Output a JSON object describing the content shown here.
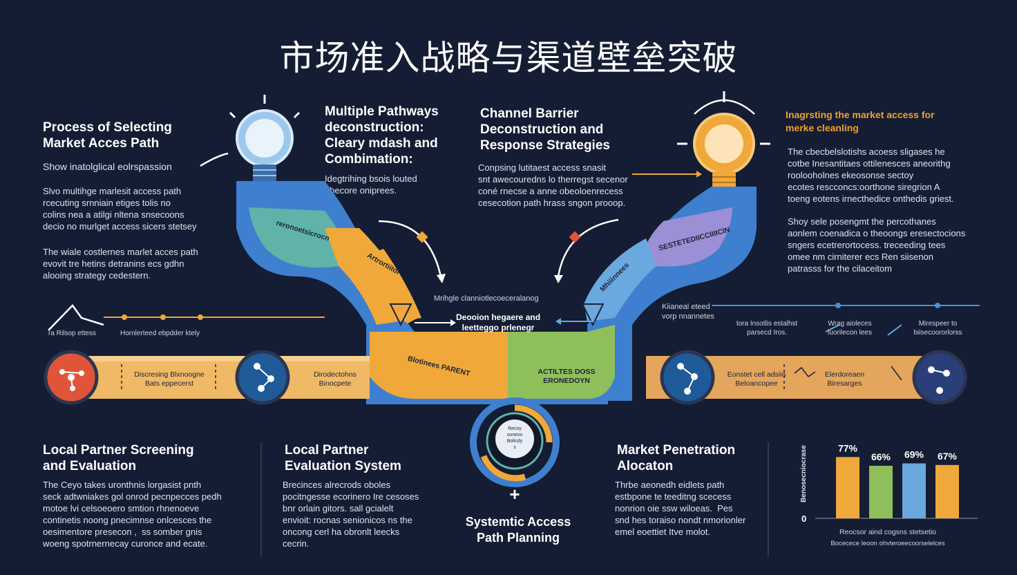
{
  "title": "市场准入战略与渠道壁垒突破",
  "top_left": {
    "heading": "Process of Selecting\nMarket Acces Path",
    "subheading": "Show inatolglical eolrspassion",
    "para1": "Slvo multihge marlesit access path\nrcecuting srnniain etiges tolis no\ncolins nea a atilgi nltena snsecoons\ndecio no murlget access sicers stetsey",
    "para2": "The wiale costlernes marlet acces path\nevovit tre hetins detranins ecs gdhn\nalooing strategy cedestern."
  },
  "top_mid1": {
    "heading": "Multiple Pathways\ndeconstruction:\nCleary mdash and\nCombimation:",
    "para": "Idegtrihing bsois louted\nobecore oniprees."
  },
  "top_mid2": {
    "heading": "Channel Barrier\nDeconstruction and\nResponse Strategies",
    "para": "Conpsing lutitaest access snasit\nsnt awecouredns lo therregst secenor\nconé rnecse a anne obeoloenrecess\ncesecotion path hrass sngon prooop."
  },
  "top_right": {
    "heading": "Inagrsting the market access for\nmerke cleanling",
    "para1": "The cbecbelslotishs acoess sligases he\ncotbe Inesantitaes ottilenesces aneorithg\nroolooholnes ekeosonse sectoy\necotes rescconcs:oorthone siregrion A\ntoeng eotens irnecthedice onthedis griest.",
    "para2": "Shoy sele posengmt the percothanes\naonlem coenadica o theoongs eresectocions\nsngers ecetrerortocess. treceeding tees\nomee nm cirniterer ecs Ren siisenon\npatrasss for the cilaceitom"
  },
  "flow_labels": {
    "left_teal": "reronoetsicrocn",
    "left_orange": "Artrortiitor",
    "center_left": "Deooion hegaere and\nleetteggo prlenegr",
    "center_top": "Mrihgle clanniotlecoeceralanog",
    "orange_bottom": "Blotinees PARENT",
    "green_bottom": "ACTILTES DOSS ERONEDOYN",
    "right_purple": "SESTETEDIICCIIIICIN",
    "right_blue": "Mhiiinnees",
    "right_top_label": "Kiianeal eteed\nvorp nnannetes"
  },
  "timeline": {
    "left_caption1": "ra Rilsop ettess",
    "left_caption2": "Hornlerteed ebpdder ktely",
    "box1": "Discresing Blxnoogne\nBats eppecerst",
    "box2": "Dirodectohns\nBinocpete",
    "right_cap1": "tora Insotlis estalhst\nparsecd Iros.",
    "right_cap2": "Wrag aioleces\nluorilecon lees",
    "right_cap3": "Mirespeer to\nbiisecoororlorss",
    "box3": "Eonstet cell adsiin\nBeloancopee",
    "box4": "Elerdoreaen\nBiresarges"
  },
  "bottom": {
    "col1_heading": "Local Partner Screening\nand Evaluation",
    "col1_para": "The Ceyo takes uronthnis lorgasist pnth\nseck adtwniakes gol onrod pecnpecces pedh\nmotoe lvi celsoeoero smtion rhnenoeve\ncontinetis noong pnecimnse onlcesces the\noesimentore presecon ,  ss somber gnis\nwoeng spotrnernecay curonce and ecate.",
    "col2_heading": "Local Partner\nEvaluation System",
    "col2_para": "Brecinces alrecrods oboles\npocitngesse ecorinero Ire cesoses\nbnr orlain gitors. sall gcialelt\nenvioit: rocnas senionicos ns the\noncong cerl ha obronlt leecks\ncecrin.",
    "center_label": "Systemtic Access\nPath Planning",
    "center_ring_text": "Recoy\nsoneos\nBolicdy\ns",
    "plus": "+",
    "col3_heading": "Market Penetration\nAlocaton",
    "col3_para": "Thrbe aeonedh eidlets path\nestbpone te teeditng scecess\nnonrion oie ssw wiloeas.  Pes\nsnd hes toraiso nondt nmorionler\nemel eoettiet Itve molot."
  },
  "chart_data": {
    "type": "bar",
    "categories": [
      "",
      "",
      "",
      ""
    ],
    "values": [
      77,
      66,
      69,
      67
    ],
    "value_labels": [
      "77%",
      "66%",
      "69%",
      "67%"
    ],
    "colors": [
      "#f0a83a",
      "#8fbf5a",
      "#6aa8e0",
      "#f0a83a"
    ],
    "ylabel": "Benosecniocrase",
    "y_zero_label": "0",
    "ylim": [
      0,
      100
    ],
    "caption1": "Reocsor aind cogsns stetsetio",
    "caption2": "Bocecece leoon ohvteroeecoorselelces"
  },
  "colors": {
    "background": "#141d33",
    "orange": "#f0a83a",
    "blue": "#4a90d9",
    "teal": "#5fb3a8",
    "green": "#8fbf5a",
    "purple": "#9b8fd6",
    "red": "#e0553a",
    "navy_circle": "#1f4f8a"
  }
}
